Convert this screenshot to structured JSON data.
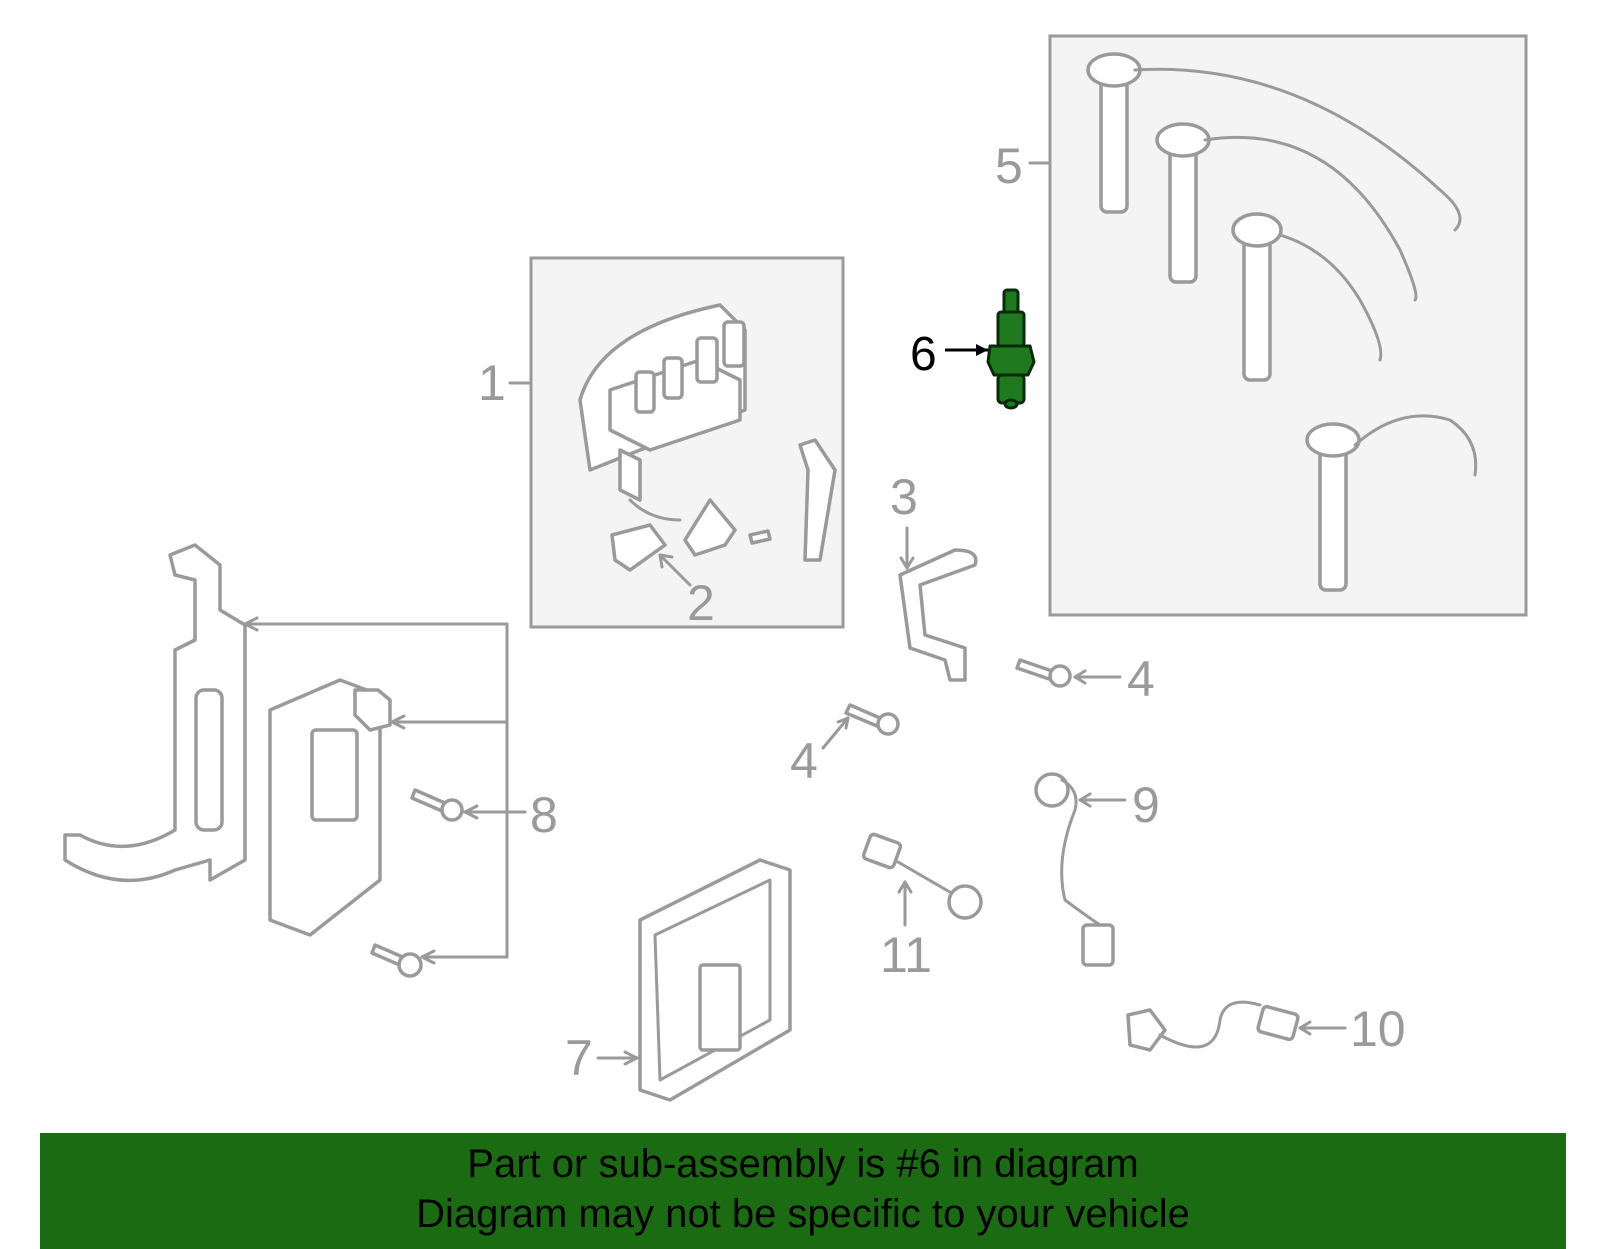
{
  "callouts": {
    "c1": "1",
    "c2": "2",
    "c3": "3",
    "c4a": "4",
    "c4b": "4",
    "c5": "5",
    "c6": "6",
    "c7": "7",
    "c8": "8",
    "c9": "9",
    "c10": "10",
    "c11": "11"
  },
  "highlight_color": "#1f7a1f",
  "banner": {
    "color": "#1b6b12",
    "line1": "Part or sub-assembly is #6 in diagram",
    "line2": "Diagram may not be specific to your vehicle"
  }
}
